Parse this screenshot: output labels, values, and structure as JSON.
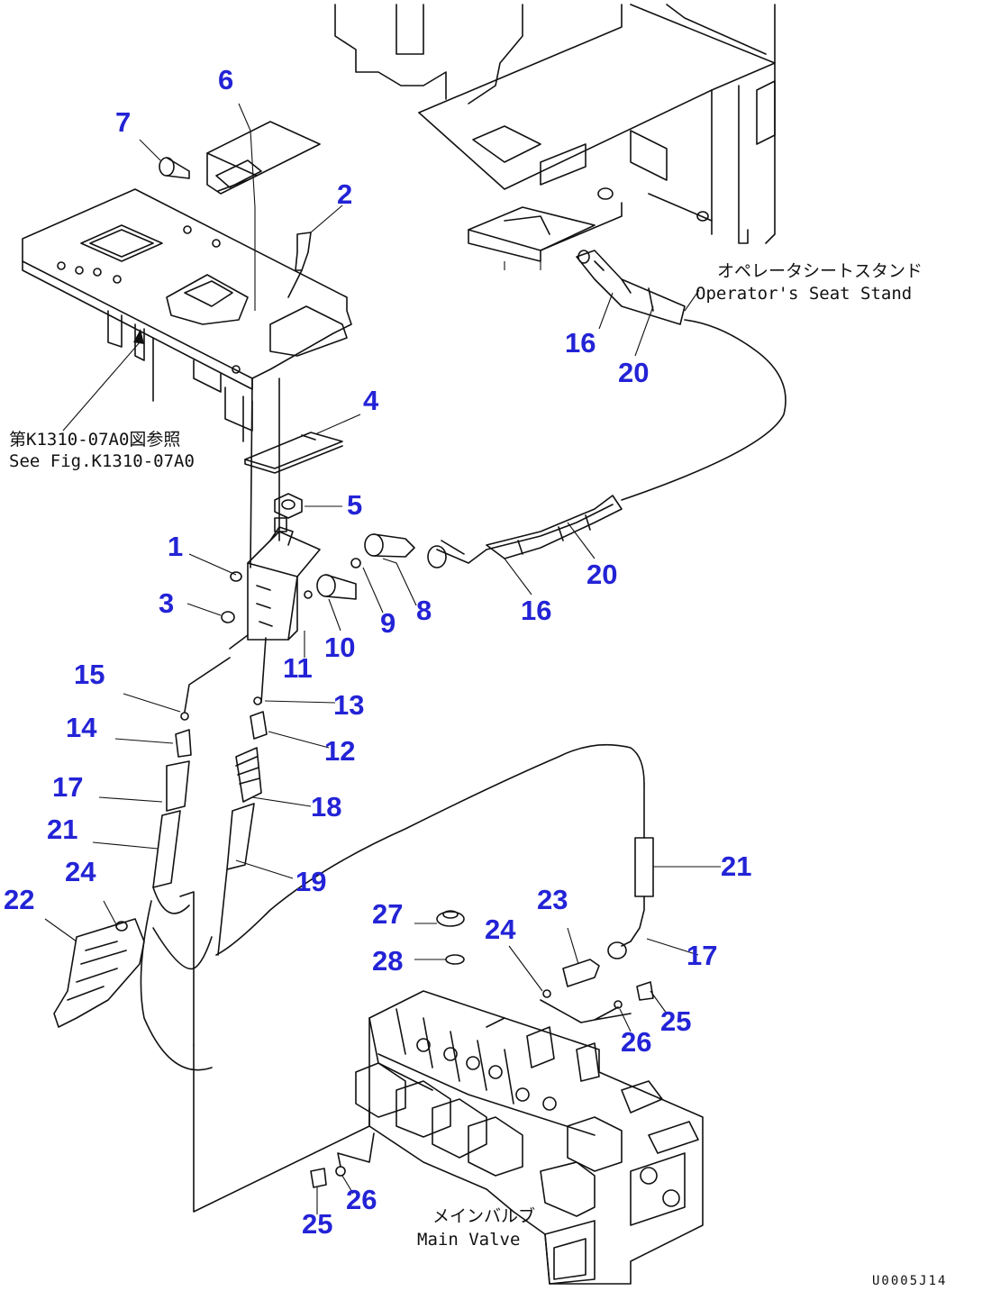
{
  "callouts": {
    "c1": "1",
    "c2": "2",
    "c3": "3",
    "c4": "4",
    "c5": "5",
    "c6": "6",
    "c7": "7",
    "c8": "8",
    "c9": "9",
    "c10": "10",
    "c11": "11",
    "c12": "12",
    "c13": "13",
    "c14": "14",
    "c15": "15",
    "c16a": "16",
    "c16b": "16",
    "c17a": "17",
    "c17b": "17",
    "c18": "18",
    "c19": "19",
    "c20a": "20",
    "c20b": "20",
    "c21a": "21",
    "c21b": "21",
    "c22": "22",
    "c23": "23",
    "c24a": "24",
    "c24b": "24",
    "c25a": "25",
    "c25b": "25",
    "c26a": "26",
    "c26b": "26",
    "c27": "27",
    "c28": "28"
  },
  "notes": {
    "seat_stand_jp": "オペレータシートスタンド",
    "seat_stand_en": "Operator's Seat Stand",
    "see_fig_jp": "第K1310-07A0図参照",
    "see_fig_en": "See Fig.K1310-07A0",
    "main_valve_jp": "メインバルブ",
    "main_valve_en": "Main Valve"
  },
  "drawing_code": "U0005J14"
}
